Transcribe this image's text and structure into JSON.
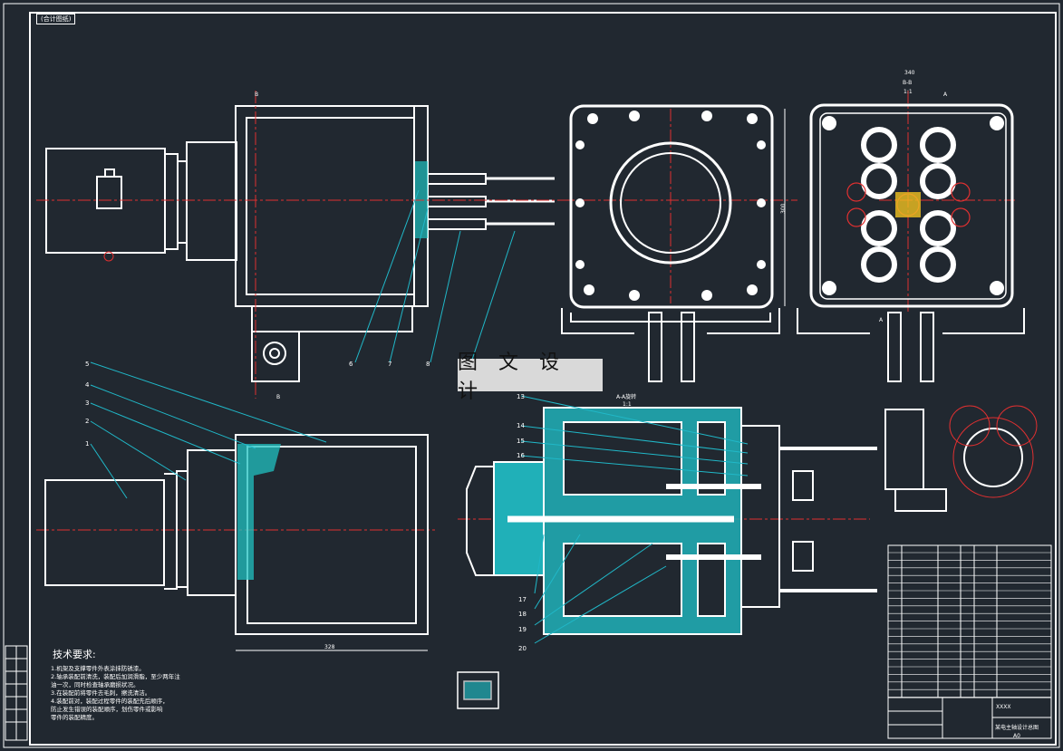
{
  "sheet": {
    "corner_tag": "(合计图纸)",
    "watermark": "图 文 设 计",
    "section_title": "B-B",
    "section_scale": "1:1",
    "view_a_title": "A-A旋转",
    "view_a_scale": "1:1",
    "dim_width_top": "340",
    "dim_height_right": "300",
    "dim_bottom": "328",
    "section_marker_b": "B",
    "section_marker_a": "A"
  },
  "tech_requirements": {
    "title": "技术要求:",
    "lines": [
      "1.机架及支撑零件外表涂抹防锈漆。",
      "2.轴承装配前清洗，装配后加润滑脂，至少两年注",
      "油一次，同时检查轴承磨损状况。",
      "3.在装配前将零件去毛刺，擦洗清洁。",
      "4.装配前对，装配过程零件的装配先后顺序，",
      "防止发生错误的装配顺序，划伤零件或影响",
      "零件的装配精度。"
    ]
  },
  "callouts_left": [
    "5",
    "4",
    "3",
    "2",
    "1"
  ],
  "callouts_top": [
    "6",
    "7",
    "8"
  ],
  "callouts_middle": [
    "13",
    "14",
    "15",
    "16",
    "17",
    "18",
    "19",
    "20"
  ],
  "title_block": {
    "drawing_name": "某电主轴设计总图",
    "sheet_size": "A0",
    "code": "XXXX"
  },
  "icons": {
    "centre_mark": "centre-cross-icon",
    "bolt": "bolt-icon"
  },
  "colors": {
    "background": "#212830",
    "line": "#ffffff",
    "center_line": "#e03030",
    "hatch": "#20c0c0",
    "leader": "#20b8c8",
    "highlight": "#f0c020"
  }
}
